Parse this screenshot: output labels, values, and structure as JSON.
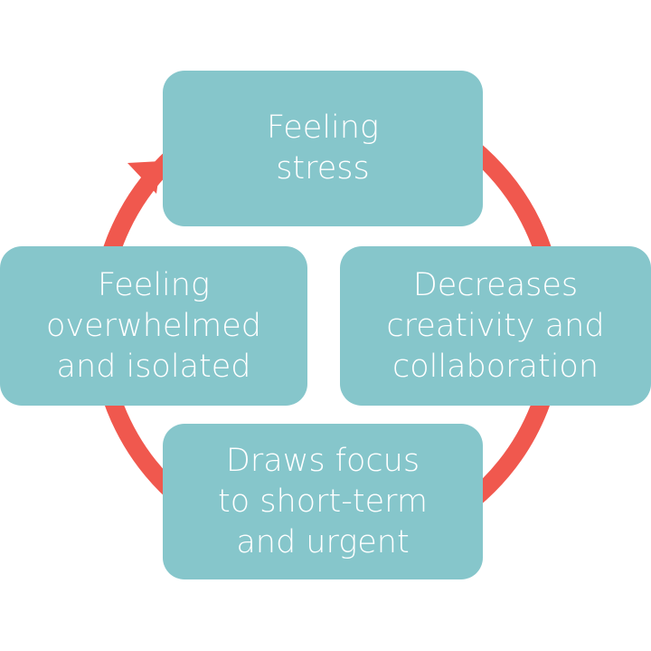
{
  "diagram": {
    "colors": {
      "box": "#86c6cb",
      "text": "#ffffff",
      "arrow": "#f0584e"
    },
    "nodes": {
      "top": "Feeling\nstress",
      "right": "Decreases\ncreativity and\ncollaboration",
      "bottom": "Draws focus\nto short-term\nand urgent",
      "left": "Feeling\noverwhelmed\nand isolated"
    },
    "cycle_direction": "clockwise",
    "arrowhead_at": "top"
  }
}
